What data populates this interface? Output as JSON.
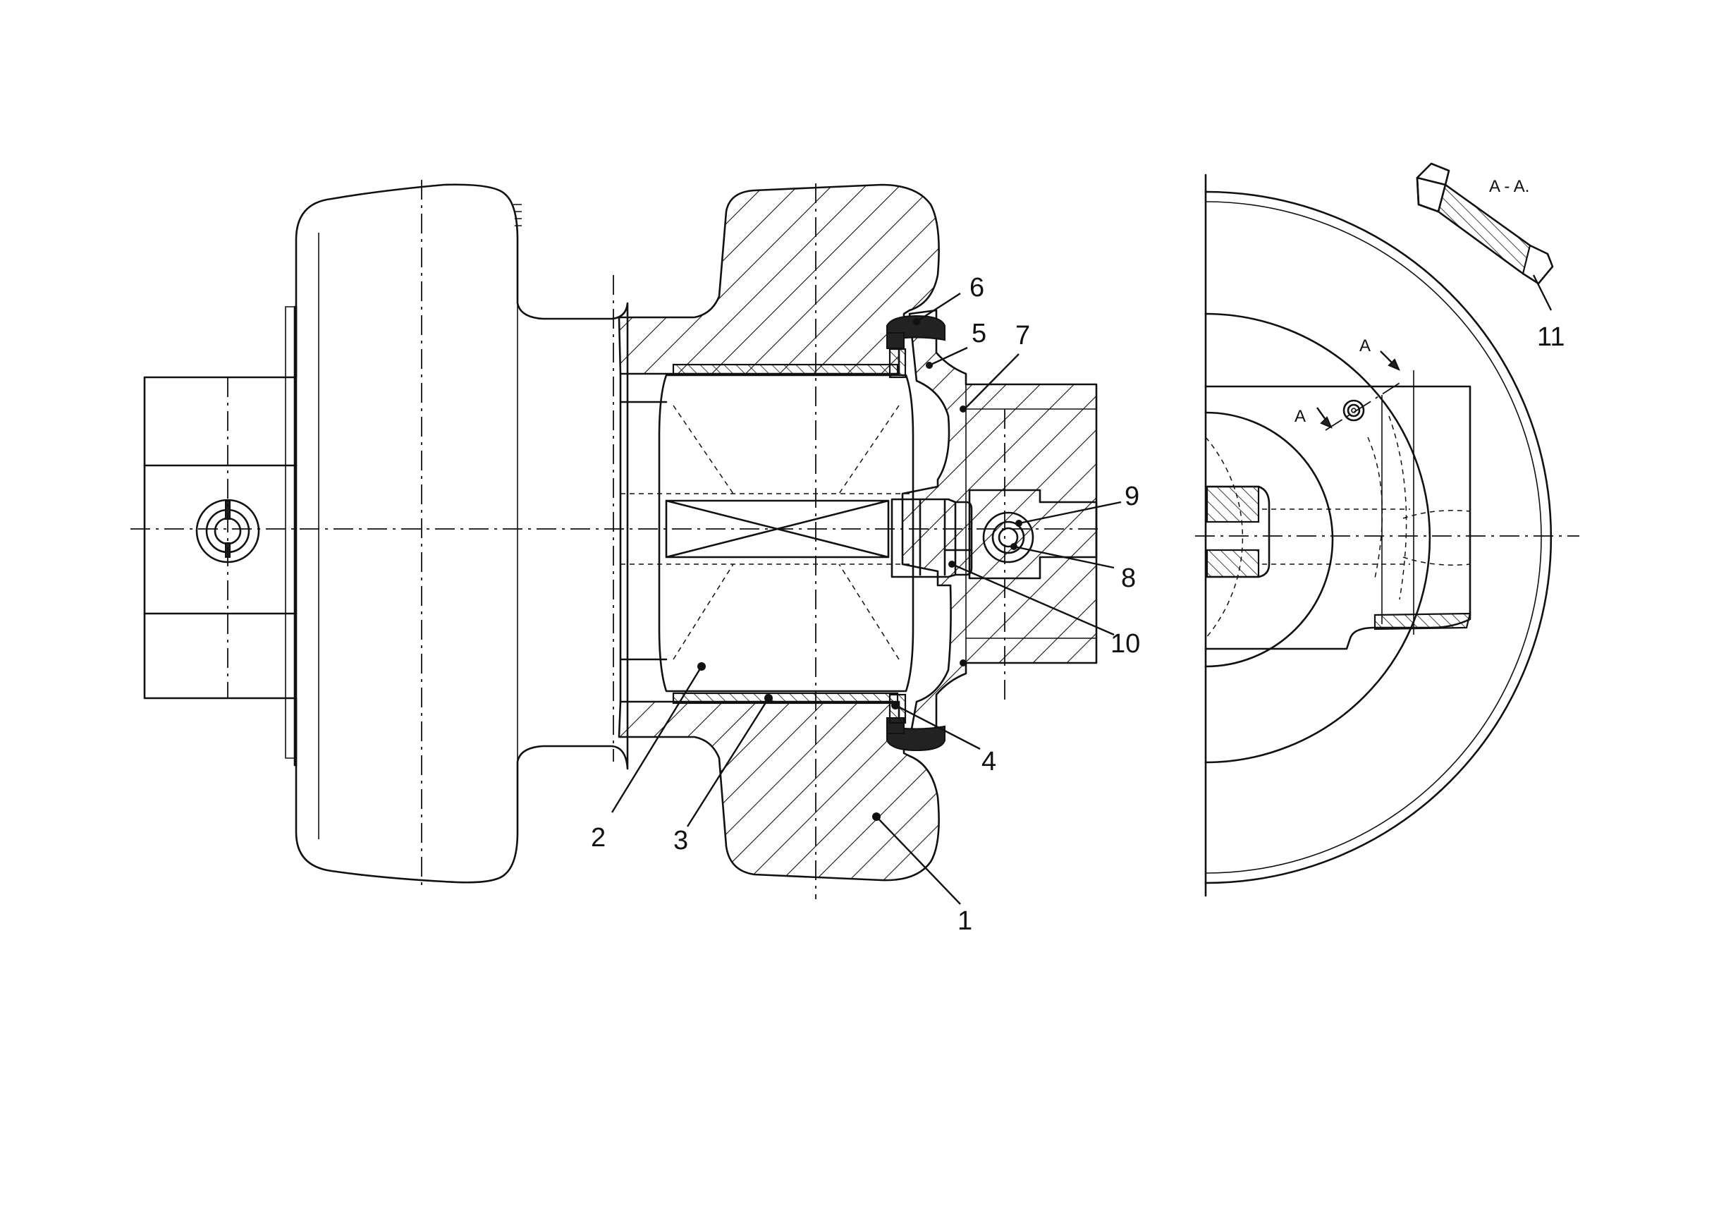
{
  "callouts": [
    {
      "id": "1",
      "label": "1"
    },
    {
      "id": "2",
      "label": "2"
    },
    {
      "id": "3",
      "label": "3"
    },
    {
      "id": "4",
      "label": "4"
    },
    {
      "id": "5",
      "label": "5"
    },
    {
      "id": "6",
      "label": "6"
    },
    {
      "id": "7",
      "label": "7"
    },
    {
      "id": "8",
      "label": "8"
    },
    {
      "id": "9",
      "label": "9"
    },
    {
      "id": "10",
      "label": "10"
    },
    {
      "id": "11",
      "label": "11"
    }
  ],
  "section": {
    "title": "A - A.",
    "cut_letter_upper": "A",
    "cut_letter_lower": "A"
  }
}
